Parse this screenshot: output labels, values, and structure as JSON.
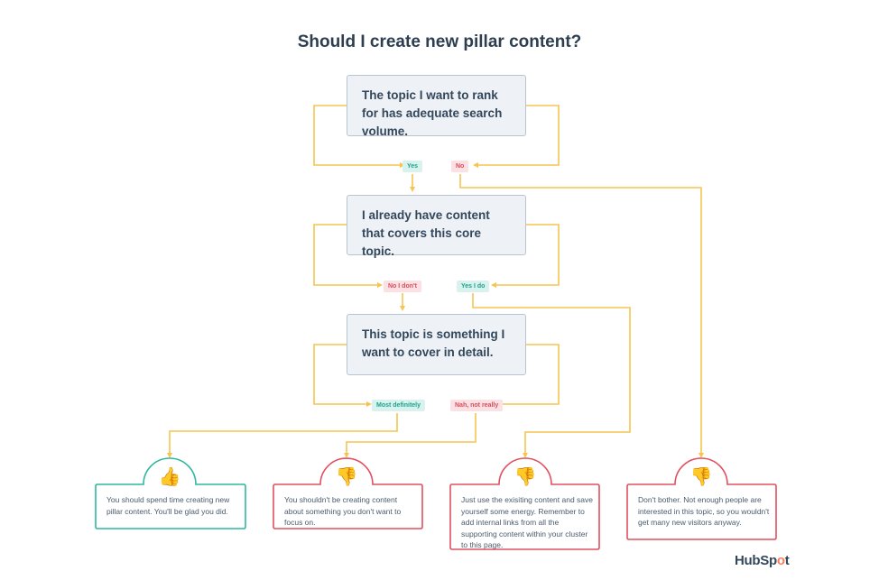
{
  "title": "Should I create new pillar content?",
  "questions": [
    {
      "text": "The topic I want to rank for has adequate search volume."
    },
    {
      "text": "I already have content that covers this core topic."
    },
    {
      "text": "This topic is something I want to cover in detail."
    }
  ],
  "labels": {
    "q1_yes": "Yes",
    "q1_no": "No",
    "q2_no": "No I don't",
    "q2_yes": "Yes I do",
    "q3_yes": "Most definitely",
    "q3_no": "Nah, not really"
  },
  "results": [
    {
      "text": "You should spend time creating new pillar content. You'll be glad you did.",
      "icon": "thumbs-up-icon",
      "color": "#2fb79f"
    },
    {
      "text": "You shouldn't be creating content about something you don't want to focus on.",
      "icon": "thumbs-down-icon",
      "color": "#e0505f"
    },
    {
      "text": "Just use the exisiting content and save yourself some energy. Remember to add internal links from all the supporting content  within your cluster to this page.",
      "icon": "thumbs-down-icon",
      "color": "#e0505f"
    },
    {
      "text": "Don't bother. Not enough people are interested in this topic, so you wouldn't get many new visitors anyway.",
      "icon": "thumbs-down-icon",
      "color": "#e0505f"
    }
  ],
  "colors": {
    "connector": "#f5c451",
    "question_bg": "#eef2f7",
    "positive": "#2fb79f",
    "negative": "#e0505f"
  },
  "logo": {
    "pre": "HubSp",
    "o": "o",
    "post": "t"
  }
}
